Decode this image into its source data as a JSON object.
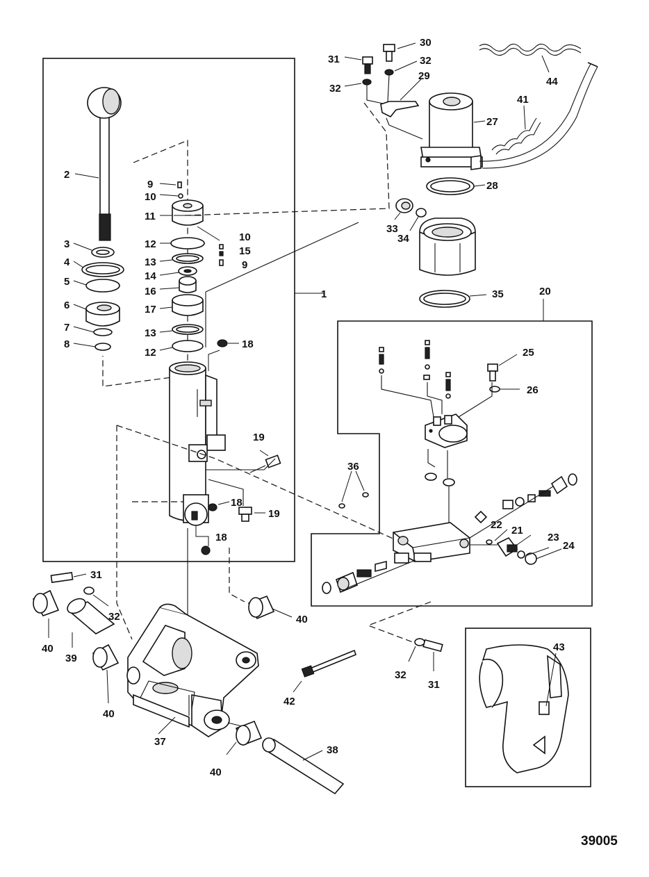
{
  "figure_number": "39005",
  "callouts": [
    {
      "id": "c1",
      "text": "1"
    },
    {
      "id": "c2",
      "text": "2"
    },
    {
      "id": "c3",
      "text": "3"
    },
    {
      "id": "c4",
      "text": "4"
    },
    {
      "id": "c5",
      "text": "5"
    },
    {
      "id": "c6",
      "text": "6"
    },
    {
      "id": "c7",
      "text": "7"
    },
    {
      "id": "c8",
      "text": "8"
    },
    {
      "id": "c9a",
      "text": "9"
    },
    {
      "id": "c10a",
      "text": "10"
    },
    {
      "id": "c11",
      "text": "11"
    },
    {
      "id": "c10b",
      "text": "10"
    },
    {
      "id": "c12a",
      "text": "12"
    },
    {
      "id": "c15",
      "text": "15"
    },
    {
      "id": "c13a",
      "text": "13"
    },
    {
      "id": "c9b",
      "text": "9"
    },
    {
      "id": "c14",
      "text": "14"
    },
    {
      "id": "c16",
      "text": "16"
    },
    {
      "id": "c17",
      "text": "17"
    },
    {
      "id": "c13b",
      "text": "13"
    },
    {
      "id": "c12b",
      "text": "12"
    },
    {
      "id": "c18a",
      "text": "18"
    },
    {
      "id": "c19a",
      "text": "19"
    },
    {
      "id": "c18b",
      "text": "18"
    },
    {
      "id": "c19b",
      "text": "19"
    },
    {
      "id": "c18c",
      "text": "18"
    },
    {
      "id": "c20",
      "text": "20"
    },
    {
      "id": "c21",
      "text": "21"
    },
    {
      "id": "c22",
      "text": "22"
    },
    {
      "id": "c23",
      "text": "23"
    },
    {
      "id": "c24",
      "text": "24"
    },
    {
      "id": "c25",
      "text": "25"
    },
    {
      "id": "c26",
      "text": "26"
    },
    {
      "id": "c27",
      "text": "27"
    },
    {
      "id": "c28",
      "text": "28"
    },
    {
      "id": "c29",
      "text": "29"
    },
    {
      "id": "c30",
      "text": "30"
    },
    {
      "id": "c31a",
      "text": "31"
    },
    {
      "id": "c32a",
      "text": "32"
    },
    {
      "id": "c32b",
      "text": "32"
    },
    {
      "id": "c33",
      "text": "33"
    },
    {
      "id": "c34",
      "text": "34"
    },
    {
      "id": "c35",
      "text": "35"
    },
    {
      "id": "c36",
      "text": "36"
    },
    {
      "id": "c31b",
      "text": "31"
    },
    {
      "id": "c32c",
      "text": "32"
    },
    {
      "id": "c40a",
      "text": "40"
    },
    {
      "id": "c39",
      "text": "39"
    },
    {
      "id": "c40b",
      "text": "40"
    },
    {
      "id": "c40c",
      "text": "40"
    },
    {
      "id": "c37",
      "text": "37"
    },
    {
      "id": "c40d",
      "text": "40"
    },
    {
      "id": "c38",
      "text": "38"
    },
    {
      "id": "c42",
      "text": "42"
    },
    {
      "id": "c32d",
      "text": "32"
    },
    {
      "id": "c31c",
      "text": "31"
    },
    {
      "id": "c41",
      "text": "41"
    },
    {
      "id": "c44",
      "text": "44"
    },
    {
      "id": "c43",
      "text": "43"
    }
  ]
}
